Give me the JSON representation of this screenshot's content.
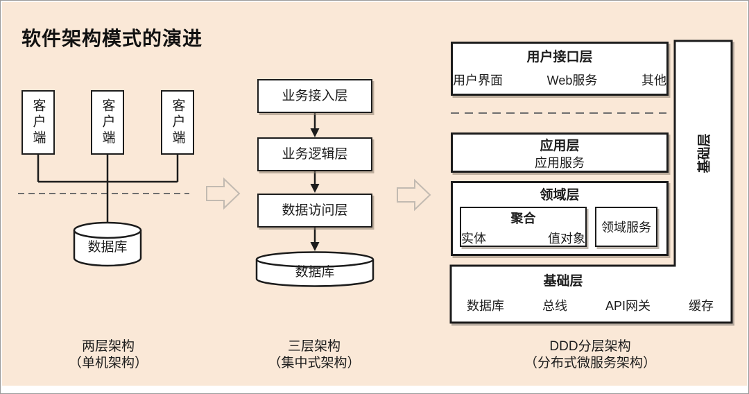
{
  "title": "软件架构模式的演进",
  "colors": {
    "background": "#fae8d7",
    "line": "#1c1c1c",
    "box_fill": "#ffffff",
    "dash_line": "#6e6e6e",
    "transition_arrow_outline": "#c2bab1"
  },
  "two_tier": {
    "clients": [
      "客户端",
      "客户端",
      "客户端"
    ],
    "database": "数据库",
    "caption": "两层架构",
    "caption_sub": "（单机架构）"
  },
  "three_tier": {
    "layers": [
      "业务接入层",
      "业务逻辑层",
      "数据访问层"
    ],
    "database": "数据库",
    "caption": "三层架构",
    "caption_sub": "（集中式架构）"
  },
  "ddd": {
    "ui_layer": {
      "title": "用户接口层",
      "items": [
        "用户界面",
        "Web服务",
        "其他"
      ]
    },
    "app_layer": {
      "title": "应用层",
      "subtitle": "应用服务"
    },
    "domain_layer": {
      "title": "领域层"
    },
    "aggregate": {
      "title": "聚合",
      "items": [
        "实体",
        "值对象"
      ]
    },
    "domain_service": "领域服务",
    "infra_layer": {
      "title": "基础层",
      "items": [
        "数据库",
        "总线",
        "API网关",
        "缓存"
      ]
    },
    "infra_bar": "基础层",
    "caption": "DDD分层架构",
    "caption_sub": "（分布式微服务架构）"
  }
}
